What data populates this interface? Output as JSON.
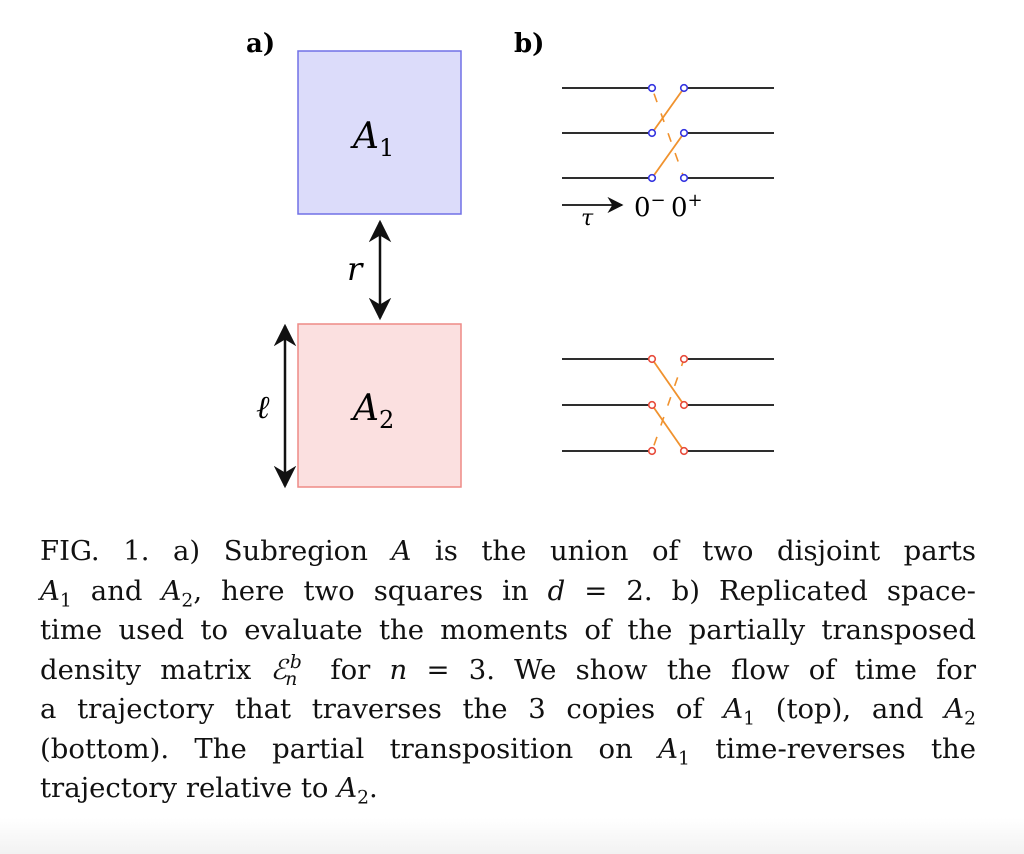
{
  "panel_a": {
    "label": "a)",
    "box_top_label": "A",
    "box_top_sub": "1",
    "box_bottom_label": "A",
    "box_bottom_sub": "2",
    "separation_label": "r",
    "size_label": "ℓ",
    "colors": {
      "top_fill": "#dcdcfa",
      "top_stroke": "#7070e6",
      "bottom_fill": "#fbe0e0",
      "bottom_stroke": "#ee8a86"
    }
  },
  "panel_b": {
    "label": "b)",
    "time_label": "τ",
    "zero_minus": "0",
    "zero_minus_sup": "−",
    "zero_plus": "0",
    "zero_plus_sup": "+",
    "colors": {
      "line": "#111111",
      "cross": "#f0922e",
      "top_dot": "#3535e0",
      "bottom_dot": "#e74c3c"
    }
  },
  "caption": {
    "lines": [
      "FIG. 1.  a) Subregion <i>A</i> is the union of two disjoint parts",
      "<i>A</i><sub>1</sub> and <i>A</i><sub>2</sub>, here two squares in <i>d</i> = 2.  b) Replicated space-",
      "time used to evaluate the moments of the partially transposed",
      "density matrix <i>ℰ</i><sub style=\"position:relative;left:-0.1em\"><i>n</i></sub><sup style=\"position:relative;left:-0.5em\"><i>b</i></sup> for <i>n</i> = 3.  We show the flow of time for",
      "a trajectory that traverses the 3 copies of <i>A</i><sub>1</sub> (top), and <i>A</i><sub>2</sub>",
      "(bottom).  The partial transposition on <i>A</i><sub>1</sub> time-reverses the",
      "trajectory relative to <i>A</i><sub>2</sub>."
    ]
  }
}
